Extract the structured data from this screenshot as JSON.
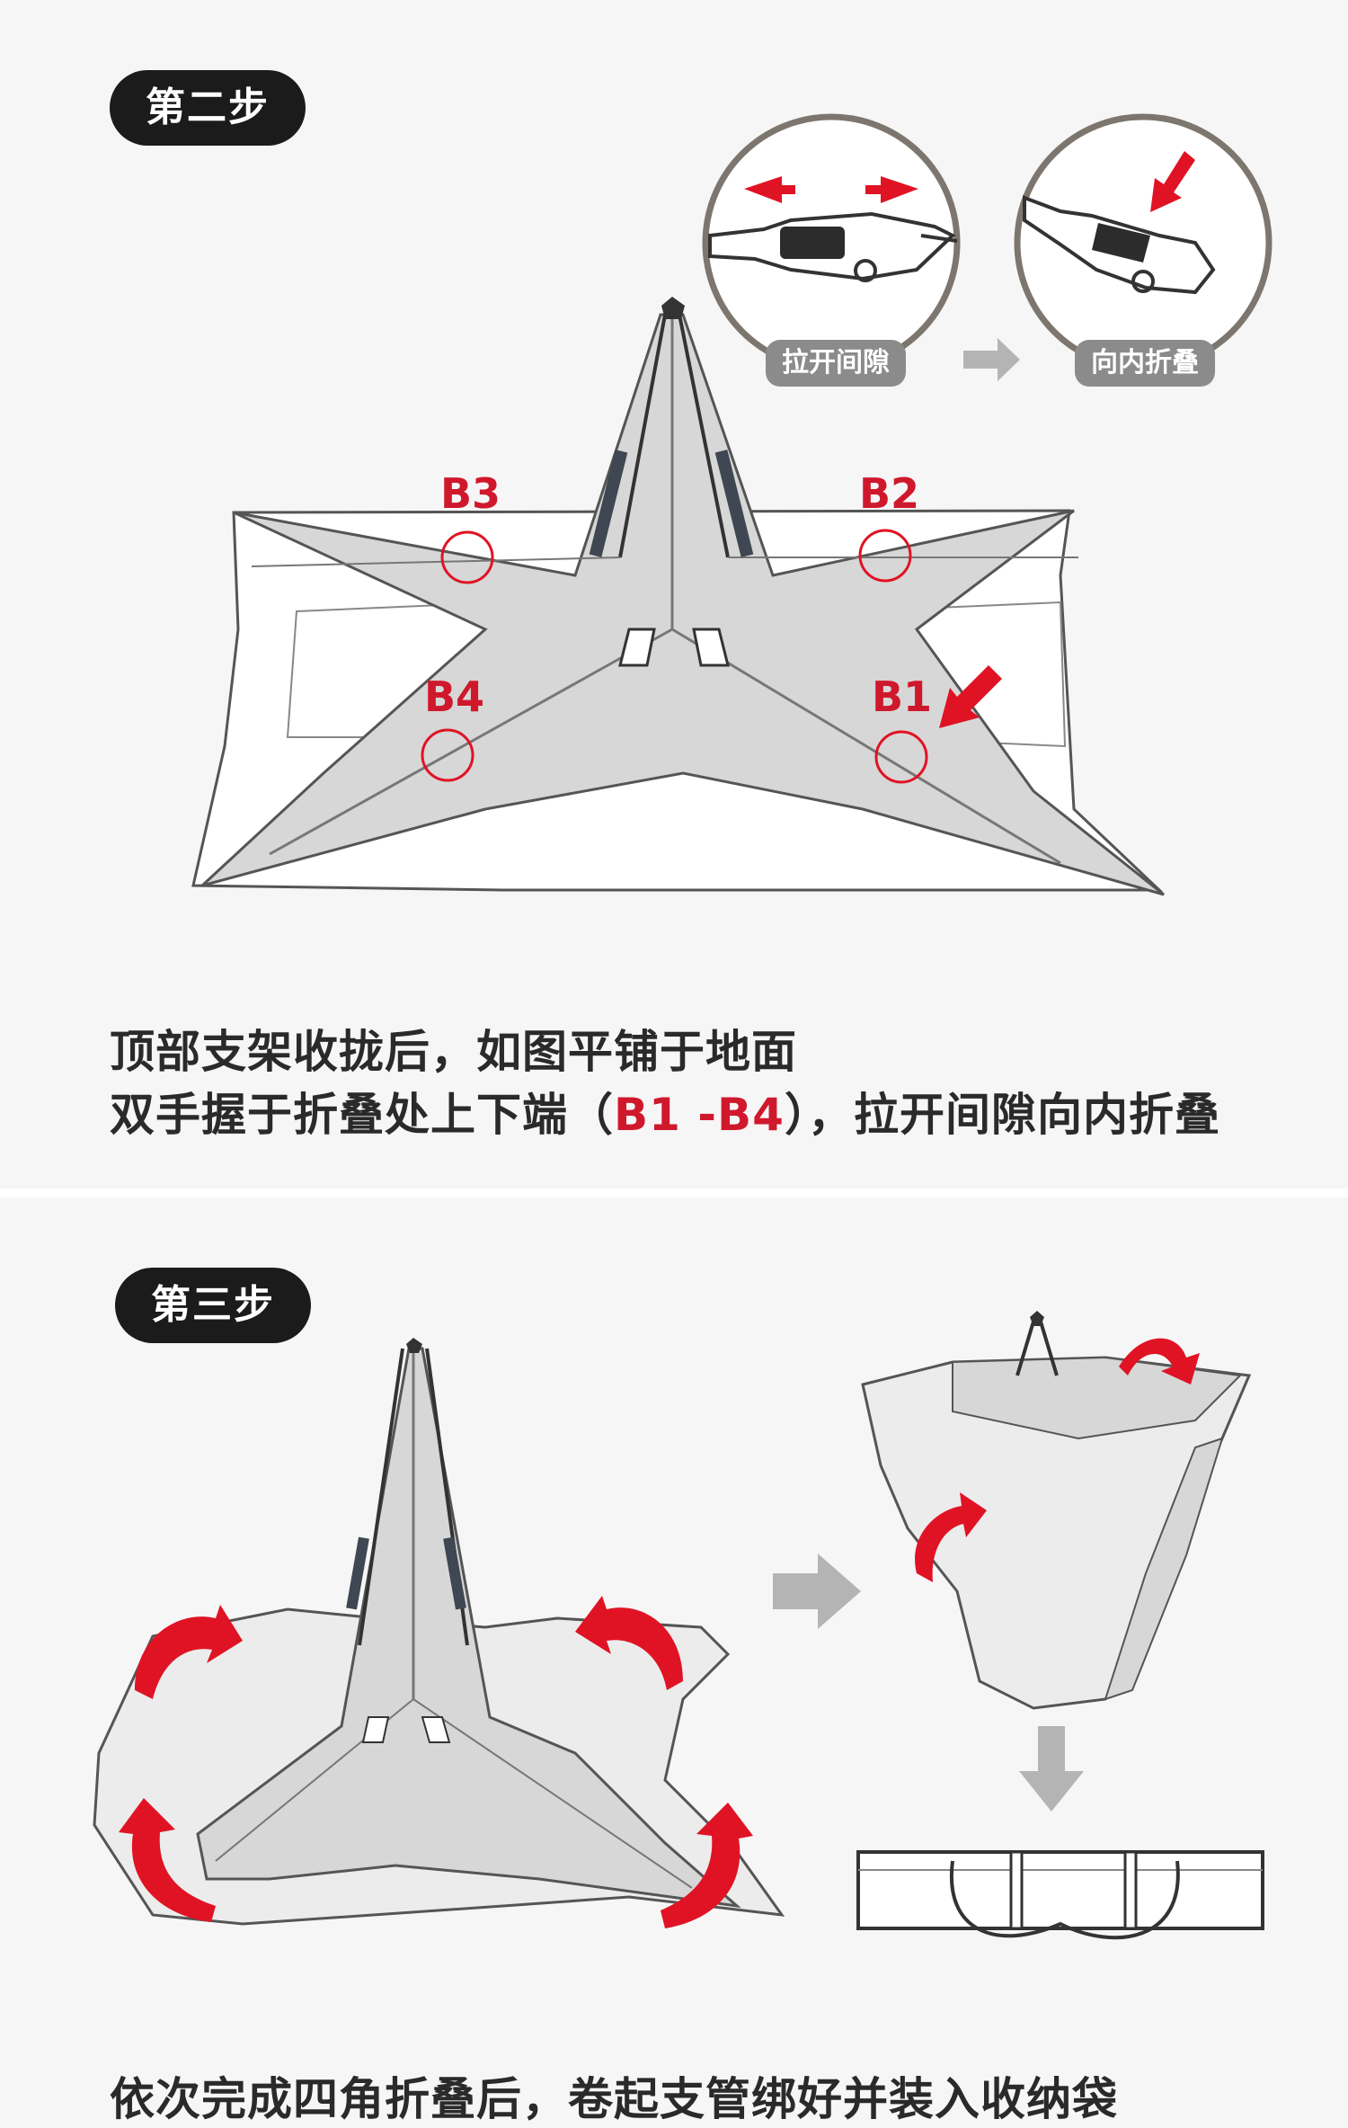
{
  "step2": {
    "badge": "第二步",
    "detail_labels": {
      "open_gap": "拉开间隙",
      "fold_inward": "向内折叠"
    },
    "fold_points": [
      "B1",
      "B2",
      "B3",
      "B4"
    ],
    "caption_line1": "顶部支架收拢后，如图平铺于地面",
    "caption_line2_pre": "双手握于折叠处上下端（",
    "caption_line2_highlight": "B1 -B4",
    "caption_line2_post": "），拉开间隙向内折叠"
  },
  "step3": {
    "badge": "第三步",
    "caption": "依次完成四角折叠后，卷起支管绑好并装入收纳袋"
  },
  "colors": {
    "accent_red": "#d0182c",
    "badge_bg": "#1b1b1b",
    "pill_bg": "#8b8b8b",
    "tent_fill": "#d7d7d7"
  }
}
